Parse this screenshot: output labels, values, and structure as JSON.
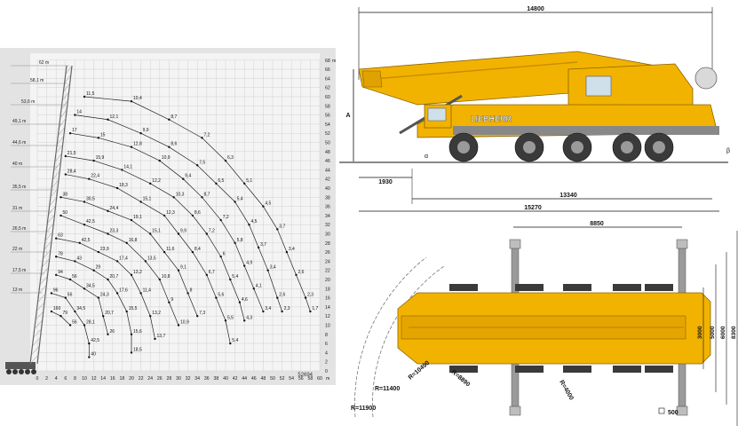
{
  "chart_data": {
    "type": "line",
    "y_unit": "m",
    "x_unit": "m",
    "y_ticks": [
      "68",
      "66",
      "64",
      "62",
      "60",
      "58",
      "56",
      "54",
      "52",
      "50",
      "48",
      "46",
      "44",
      "42",
      "40",
      "38",
      "36",
      "34",
      "32",
      "30",
      "28",
      "26",
      "24",
      "22",
      "20",
      "18",
      "16",
      "14",
      "12",
      "10",
      "8",
      "6",
      "4",
      "2",
      "0"
    ],
    "x_ticks": [
      "0",
      "2",
      "4",
      "6",
      "8",
      "10",
      "12",
      "14",
      "16",
      "18",
      "20",
      "22",
      "24",
      "26",
      "28",
      "30",
      "32",
      "34",
      "36",
      "38",
      "40",
      "42",
      "44",
      "46",
      "48",
      "50",
      "52",
      "54",
      "56",
      "58",
      "60"
    ],
    "boom_lengths": [
      "62 m",
      "58,1 m",
      "53,6 m",
      "49,1 m",
      "44,6 m",
      "40 m",
      "35,5 m",
      "31 m",
      "26,5 m",
      "22 m",
      "17,5 m",
      "13 m"
    ],
    "figure_id": "52694",
    "series": [
      {
        "points": [
          {
            "x": 10,
            "y": 60,
            "l": "11,5"
          },
          {
            "x": 20,
            "y": 59,
            "l": "10,4"
          },
          {
            "x": 28,
            "y": 55,
            "l": "8,7"
          },
          {
            "x": 35,
            "y": 51,
            "l": "7,2"
          },
          {
            "x": 40,
            "y": 46,
            "l": "6,3"
          },
          {
            "x": 44,
            "y": 41,
            "l": "5,1"
          },
          {
            "x": 48,
            "y": 36,
            "l": "4,5"
          },
          {
            "x": 51,
            "y": 31,
            "l": "3,7"
          },
          {
            "x": 53,
            "y": 26,
            "l": "3,4"
          },
          {
            "x": 55,
            "y": 21,
            "l": "2,6"
          },
          {
            "x": 57,
            "y": 16,
            "l": "2,3"
          },
          {
            "x": 58,
            "y": 13,
            "l": "1,7"
          }
        ]
      },
      {
        "points": [
          {
            "x": 8,
            "y": 56,
            "l": "14"
          },
          {
            "x": 15,
            "y": 55,
            "l": "12,1"
          },
          {
            "x": 22,
            "y": 52,
            "l": "9,9"
          },
          {
            "x": 28,
            "y": 49,
            "l": "8,6"
          },
          {
            "x": 34,
            "y": 45,
            "l": "7,5"
          },
          {
            "x": 38,
            "y": 41,
            "l": "6,5"
          },
          {
            "x": 42,
            "y": 37,
            "l": "5,4"
          },
          {
            "x": 45,
            "y": 32,
            "l": "4,5"
          },
          {
            "x": 47,
            "y": 27,
            "l": "3,7"
          },
          {
            "x": 49,
            "y": 22,
            "l": "3,4"
          },
          {
            "x": 51,
            "y": 16,
            "l": "2,6"
          },
          {
            "x": 52,
            "y": 13,
            "l": "2,3"
          }
        ]
      },
      {
        "points": [
          {
            "x": 7,
            "y": 52,
            "l": "17"
          },
          {
            "x": 13,
            "y": 51,
            "l": "15"
          },
          {
            "x": 20,
            "y": 49,
            "l": "12,8"
          },
          {
            "x": 26,
            "y": 46,
            "l": "10,9"
          },
          {
            "x": 31,
            "y": 42,
            "l": "9,4"
          },
          {
            "x": 35,
            "y": 38,
            "l": "8,7"
          },
          {
            "x": 39,
            "y": 33,
            "l": "7,2"
          },
          {
            "x": 42,
            "y": 28,
            "l": "5,8"
          },
          {
            "x": 44,
            "y": 23,
            "l": "4,9"
          },
          {
            "x": 46,
            "y": 18,
            "l": "4,1"
          },
          {
            "x": 48,
            "y": 13,
            "l": "3,4"
          }
        ]
      },
      {
        "points": [
          {
            "x": 6,
            "y": 47,
            "l": "21,5"
          },
          {
            "x": 12,
            "y": 46,
            "l": "15,9"
          },
          {
            "x": 18,
            "y": 44,
            "l": "14,1"
          },
          {
            "x": 24,
            "y": 41,
            "l": "12,2"
          },
          {
            "x": 29,
            "y": 38,
            "l": "10,3"
          },
          {
            "x": 33,
            "y": 34,
            "l": "8,6"
          },
          {
            "x": 36,
            "y": 30,
            "l": "7,2"
          },
          {
            "x": 39,
            "y": 25,
            "l": "6"
          },
          {
            "x": 41,
            "y": 20,
            "l": "5,4"
          },
          {
            "x": 43,
            "y": 15,
            "l": "4,6"
          },
          {
            "x": 44,
            "y": 11,
            "l": "4,3"
          }
        ]
      },
      {
        "points": [
          {
            "x": 6,
            "y": 43,
            "l": "28,4"
          },
          {
            "x": 11,
            "y": 42,
            "l": "22,4"
          },
          {
            "x": 17,
            "y": 40,
            "l": "18,3"
          },
          {
            "x": 22,
            "y": 37,
            "l": "15,1"
          },
          {
            "x": 27,
            "y": 34,
            "l": "12,3"
          },
          {
            "x": 30,
            "y": 30,
            "l": "9,9"
          },
          {
            "x": 33,
            "y": 26,
            "l": "8,4"
          },
          {
            "x": 36,
            "y": 21,
            "l": "6,7"
          },
          {
            "x": 38,
            "y": 16,
            "l": "5,6"
          },
          {
            "x": 40,
            "y": 11,
            "l": "5,5"
          },
          {
            "x": 41,
            "y": 6,
            "l": "5,4"
          }
        ]
      },
      {
        "points": [
          {
            "x": 5,
            "y": 38,
            "l": "38"
          },
          {
            "x": 10,
            "y": 37,
            "l": "30,5"
          },
          {
            "x": 15,
            "y": 35,
            "l": "24,4"
          },
          {
            "x": 20,
            "y": 33,
            "l": "19,1"
          },
          {
            "x": 24,
            "y": 30,
            "l": "15,1"
          },
          {
            "x": 27,
            "y": 26,
            "l": "11,6"
          },
          {
            "x": 30,
            "y": 22,
            "l": "9,1"
          },
          {
            "x": 32,
            "y": 17,
            "l": "8"
          },
          {
            "x": 34,
            "y": 12,
            "l": "7,3"
          }
        ]
      },
      {
        "points": [
          {
            "x": 5,
            "y": 34,
            "l": "50"
          },
          {
            "x": 10,
            "y": 32,
            "l": "42,5"
          },
          {
            "x": 15,
            "y": 30,
            "l": "23,3"
          },
          {
            "x": 19,
            "y": 28,
            "l": "16,8"
          },
          {
            "x": 23,
            "y": 24,
            "l": "13,5"
          },
          {
            "x": 26,
            "y": 20,
            "l": "10,8"
          },
          {
            "x": 28,
            "y": 15,
            "l": "9"
          },
          {
            "x": 30,
            "y": 10,
            "l": "10,9"
          }
        ]
      },
      {
        "points": [
          {
            "x": 4,
            "y": 29,
            "l": "63"
          },
          {
            "x": 9,
            "y": 28,
            "l": "42,5"
          },
          {
            "x": 13,
            "y": 26,
            "l": "23,9"
          },
          {
            "x": 17,
            "y": 24,
            "l": "17,4"
          },
          {
            "x": 20,
            "y": 21,
            "l": "13,2"
          },
          {
            "x": 22,
            "y": 17,
            "l": "11,4"
          },
          {
            "x": 24,
            "y": 12,
            "l": "13,2"
          },
          {
            "x": 25,
            "y": 7,
            "l": "13,7"
          }
        ]
      },
      {
        "points": [
          {
            "x": 4,
            "y": 25,
            "l": "78"
          },
          {
            "x": 8,
            "y": 24,
            "l": "43"
          },
          {
            "x": 12,
            "y": 22,
            "l": "29"
          },
          {
            "x": 15,
            "y": 20,
            "l": "20,7"
          },
          {
            "x": 17,
            "y": 17,
            "l": "17,6"
          },
          {
            "x": 19,
            "y": 13,
            "l": "15,5"
          },
          {
            "x": 20,
            "y": 8,
            "l": "15,6"
          },
          {
            "x": 20,
            "y": 4,
            "l": "18,5"
          }
        ]
      },
      {
        "points": [
          {
            "x": 4,
            "y": 21,
            "l": "94"
          },
          {
            "x": 7,
            "y": 20,
            "l": "56"
          },
          {
            "x": 10,
            "y": 18,
            "l": "34,5"
          },
          {
            "x": 13,
            "y": 16,
            "l": "24,3"
          },
          {
            "x": 14,
            "y": 12,
            "l": "20,7"
          },
          {
            "x": 15,
            "y": 8,
            "l": "26"
          }
        ]
      },
      {
        "points": [
          {
            "x": 3,
            "y": 17,
            "l": "96"
          },
          {
            "x": 6,
            "y": 16,
            "l": "56"
          },
          {
            "x": 8,
            "y": 13,
            "l": "34,5"
          },
          {
            "x": 10,
            "y": 10,
            "l": "28,1"
          },
          {
            "x": 11,
            "y": 6,
            "l": "42,5"
          },
          {
            "x": 11,
            "y": 3,
            "l": "40"
          }
        ]
      },
      {
        "points": [
          {
            "x": 3,
            "y": 13,
            "l": "160"
          },
          {
            "x": 5,
            "y": 12,
            "l": "79"
          },
          {
            "x": 7,
            "y": 10,
            "l": "56"
          }
        ]
      }
    ]
  },
  "side_view": {
    "overall_length": "14800",
    "front_overhang": "1930",
    "wheelbase_span": "13340",
    "total_length": "15270",
    "height_label": "A",
    "angle_front": "α",
    "angle_rear": "β",
    "brand": "LIEBHERR"
  },
  "top_view": {
    "outrigger_span": "8850",
    "widths": [
      "3000",
      "5000",
      "6000",
      "8300"
    ],
    "radii": [
      "R=11400",
      "R=11900",
      "R=10490",
      "R=8890",
      "R=4000"
    ],
    "pad": "500"
  },
  "colors": {
    "boom_yellow": "#f2b300",
    "boom_dark": "#c98d00",
    "tyre": "#3a3a3a",
    "grid": "#bdbdbd"
  }
}
